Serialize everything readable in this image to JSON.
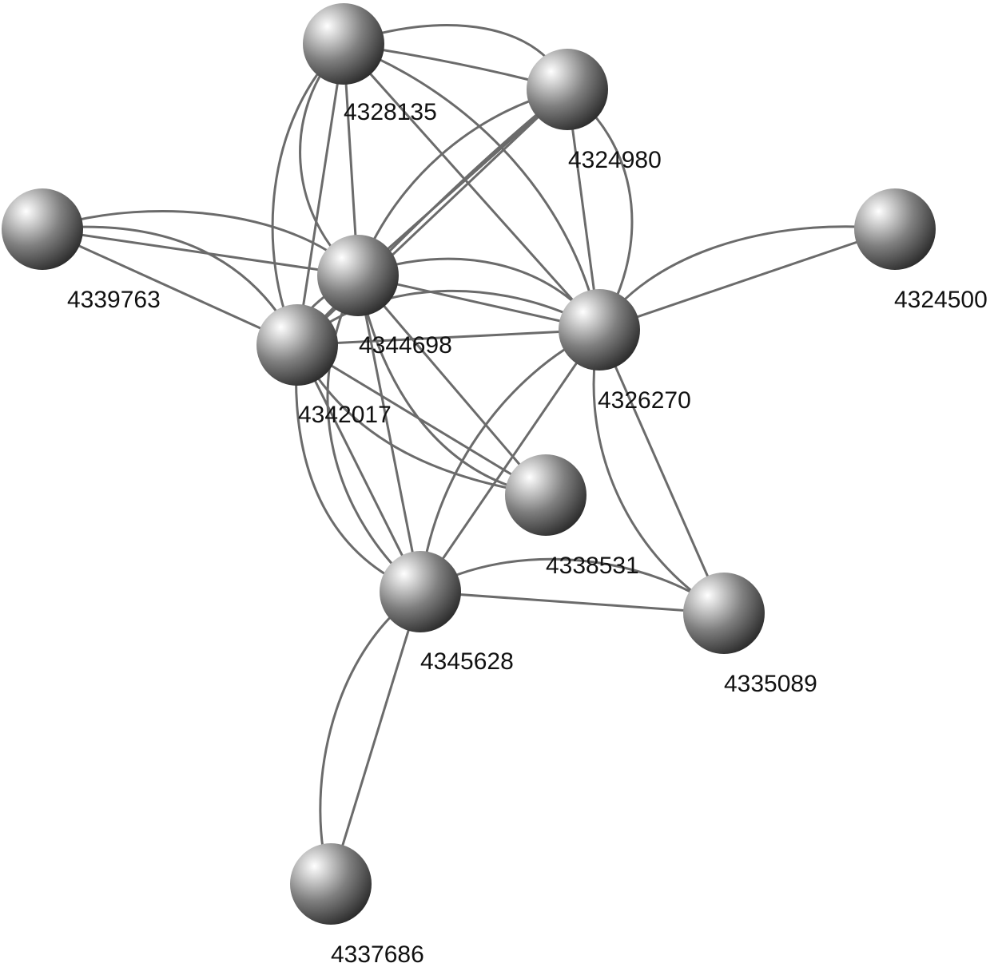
{
  "nodes": [
    {
      "id": "n4328135",
      "label": "4328135"
    },
    {
      "id": "n4324980",
      "label": "4324980"
    },
    {
      "id": "n4339763",
      "label": "4339763"
    },
    {
      "id": "n4344698",
      "label": "4344698"
    },
    {
      "id": "n4324500",
      "label": "4324500"
    },
    {
      "id": "n4342017",
      "label": "4342017"
    },
    {
      "id": "n4326270",
      "label": "4326270"
    },
    {
      "id": "n4338531",
      "label": "4338531"
    },
    {
      "id": "n4345628",
      "label": "4345628"
    },
    {
      "id": "n4335089",
      "label": "4335089"
    },
    {
      "id": "n4337686",
      "label": "4337686"
    }
  ],
  "colors": {
    "edge": "#6b6b6b",
    "node_highlight": "#ffffff",
    "node_shadow": "#2e2e2e"
  }
}
